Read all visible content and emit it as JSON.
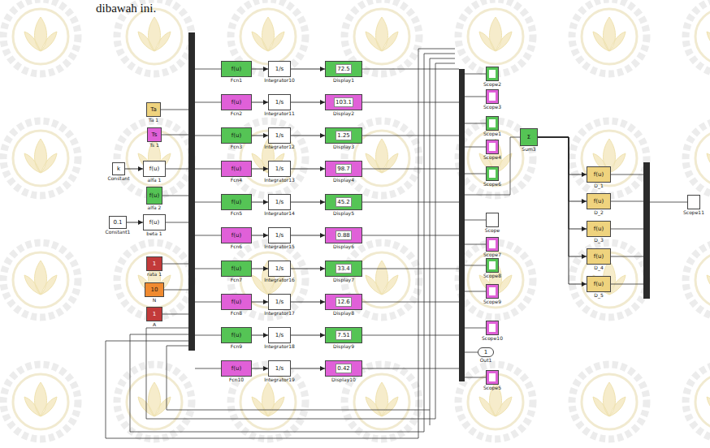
{
  "diagram": {
    "nodes": [
      {
        "text": [
          "Ta",
          "Ta 1"
        ]
      },
      {
        "text": [
          "Ts",
          "Ts 1"
        ]
      },
      {
        "text": [
          "k",
          "Constant"
        ]
      },
      {
        "text": [
          "f(u)",
          "alfa 1"
        ]
      },
      {
        "text": [
          "f(u)",
          "alfa 2"
        ]
      },
      {
        "text": [
          "0.1",
          "Constant1"
        ]
      },
      {
        "text": [
          "f(u)",
          "beta 1"
        ]
      },
      {
        "text": [
          "1",
          "rata 1"
        ]
      },
      {
        "text": [
          "10",
          "N"
        ]
      },
      {
        "text": [
          "1",
          "A"
        ]
      },
      {
        "text": [
          "f(u)",
          "Fcn1"
        ]
      },
      {
        "text": [
          "1/s",
          "Integrator10"
        ]
      },
      {
        "text": [
          "72.5",
          "Display1"
        ]
      },
      {
        "text": [
          "f(u)",
          "Fcn2"
        ]
      },
      {
        "text": [
          "1/s",
          "Integrator11"
        ]
      },
      {
        "text": [
          "103.1",
          "Display2"
        ]
      },
      {
        "text": [
          "f(u)",
          "Fcn3"
        ]
      },
      {
        "text": [
          "1/s",
          "Integrator12"
        ]
      },
      {
        "text": [
          "1.25",
          "Display3"
        ]
      },
      {
        "text": [
          "f(u)",
          "Fcn4"
        ]
      },
      {
        "text": [
          "1/s",
          "Integrator13"
        ]
      },
      {
        "text": [
          "98.7",
          "Display4"
        ]
      },
      {
        "text": [
          "f(u)",
          "Fcn5"
        ]
      },
      {
        "text": [
          "1/s",
          "Integrator14"
        ]
      },
      {
        "text": [
          "45.2",
          "Display5"
        ]
      },
      {
        "text": [
          "f(u)",
          "Fcn6"
        ]
      },
      {
        "text": [
          "1/s",
          "Integrator15"
        ]
      },
      {
        "text": [
          "0.88",
          "Display6"
        ]
      },
      {
        "text": [
          "f(u)",
          "Fcn7"
        ]
      },
      {
        "text": [
          "1/s",
          "Integrator16"
        ]
      },
      {
        "text": [
          "33.4",
          "Display7"
        ]
      },
      {
        "text": [
          "f(u)",
          "Fcn8"
        ]
      },
      {
        "text": [
          "1/s",
          "Integrator17"
        ]
      },
      {
        "text": [
          "12.6",
          "Display8"
        ]
      },
      {
        "text": [
          "f(u)",
          "Fcn9"
        ]
      },
      {
        "text": [
          "1/s",
          "Integrator18"
        ]
      },
      {
        "text": [
          "7.51",
          "Display9"
        ]
      },
      {
        "text": [
          "f(u)",
          "Fcn10"
        ]
      },
      {
        "text": [
          "1/s",
          "Integrator19"
        ]
      },
      {
        "text": [
          "0.42",
          "Display10"
        ]
      },
      {
        "text": [
          "Scope2"
        ]
      },
      {
        "text": [
          "Scope3"
        ]
      },
      {
        "text": [
          "Scope1"
        ]
      },
      {
        "text": [
          "Scope4"
        ]
      },
      {
        "text": [
          "Scope6"
        ]
      },
      {
        "text": [
          "Scope"
        ]
      },
      {
        "text": [
          "Scope7"
        ]
      },
      {
        "text": [
          "Scope8"
        ]
      },
      {
        "text": [
          "Scope9"
        ]
      },
      {
        "text": [
          "Scope10"
        ]
      },
      {
        "text": [
          "Scope5"
        ]
      },
      {
        "text": [
          "Σ",
          "Sum3"
        ]
      },
      {
        "text": [
          "1",
          "Out1"
        ]
      },
      {
        "text": [
          "f(u)",
          "D_1"
        ]
      },
      {
        "text": [
          "f(u)",
          "D_2"
        ]
      },
      {
        "text": [
          "f(u)",
          "D_3"
        ]
      },
      {
        "text": [
          "f(u)",
          "D_4"
        ]
      },
      {
        "text": [
          "f(u)",
          "D_5"
        ]
      },
      {
        "text": [
          "Scope11"
        ]
      }
    ],
    "edges": [
      {
        "from": 2,
        "to": 3,
        "arrow": "to"
      },
      {
        "from": 5,
        "to": 6,
        "arrow": "to"
      },
      {
        "from": 10,
        "to": 11,
        "arrow": "to"
      },
      {
        "from": 11,
        "to": 12,
        "arrow": "to"
      },
      {
        "from": 13,
        "to": 14,
        "arrow": "to"
      },
      {
        "from": 14,
        "to": 15,
        "arrow": "to"
      },
      {
        "from": 16,
        "to": 17,
        "arrow": "to"
      },
      {
        "from": 17,
        "to": 18,
        "arrow": "to"
      },
      {
        "from": 19,
        "to": 20,
        "arrow": "to"
      },
      {
        "from": 20,
        "to": 21,
        "arrow": "to"
      },
      {
        "from": 22,
        "to": 23,
        "arrow": "to"
      },
      {
        "from": 23,
        "to": 24,
        "arrow": "to"
      },
      {
        "from": 25,
        "to": 26,
        "arrow": "to"
      },
      {
        "from": 26,
        "to": 27,
        "arrow": "to"
      },
      {
        "from": 28,
        "to": 29,
        "arrow": "to"
      },
      {
        "from": 29,
        "to": 30,
        "arrow": "to"
      },
      {
        "from": 31,
        "to": 32,
        "arrow": "to"
      },
      {
        "from": 32,
        "to": 33,
        "arrow": "to"
      },
      {
        "from": 34,
        "to": 35,
        "arrow": "to"
      },
      {
        "from": 35,
        "to": 36,
        "arrow": "to"
      },
      {
        "from": 37,
        "to": 38,
        "arrow": "to"
      },
      {
        "from": 38,
        "to": 39,
        "arrow": "to"
      },
      {
        "from": 51,
        "to": 53,
        "arrow": "to"
      },
      {
        "from": 51,
        "to": 54,
        "arrow": "to"
      },
      {
        "from": 51,
        "to": 55,
        "arrow": "to"
      },
      {
        "from": 51,
        "to": 56,
        "arrow": "to"
      },
      {
        "from": 51,
        "to": 57,
        "arrow": "to"
      }
    ],
    "labels": [
      "dibawah ini."
    ]
  }
}
